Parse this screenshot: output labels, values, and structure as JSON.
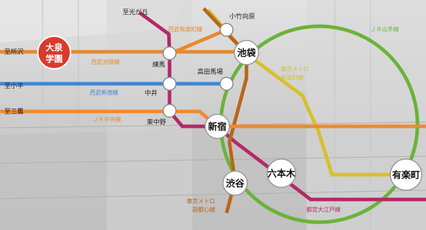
{
  "colors": {
    "seibu_ikebukuro": "#e8892b",
    "seibu_shinjuku": "#3f86d6",
    "jr_chuo": "#ef8a2e",
    "jr_yamanote": "#6ab33a",
    "tokyo_metro_yurakucho": "#d7c02a",
    "tokyo_metro_fukutoshin": "#b8661c",
    "toei_oedo": "#b3286a",
    "school_badge": "#d93a2c"
  },
  "school": {
    "name_line1": "大泉",
    "name_line2": "学園"
  },
  "directions": {
    "to_tokorozawa": "至所沢",
    "to_kodaira": "至小平",
    "to_mitaka": "至三鷹",
    "to_hikarigaoka": "至光が丘"
  },
  "stations": {
    "ikebukuro": "池袋",
    "shinjuku": "新宿",
    "shibuya": "渋谷",
    "roppongi": "六本木",
    "yurakucho": "有楽町",
    "nerima": "練馬",
    "nakai": "中井",
    "higashinakano": "東中野",
    "takadanobaba": "高田馬場",
    "kotakemukaihara": "小竹向原"
  },
  "lines": {
    "seibu_yurakucho": "西武有楽町線",
    "seibu_ikebukuro": "西武池袋線",
    "seibu_shinjuku": "西武新宿線",
    "jr_chuo": "ＪＲ中央線",
    "jr_yamanote": "ＪＲ山手線",
    "metro_yurakucho_1": "東京メトロ",
    "metro_yurakucho_2": "有楽町線",
    "metro_fukutoshin_1": "東京メトロ",
    "metro_fukutoshin_2": "副都心線",
    "toei_oedo": "都営大江戸線"
  }
}
